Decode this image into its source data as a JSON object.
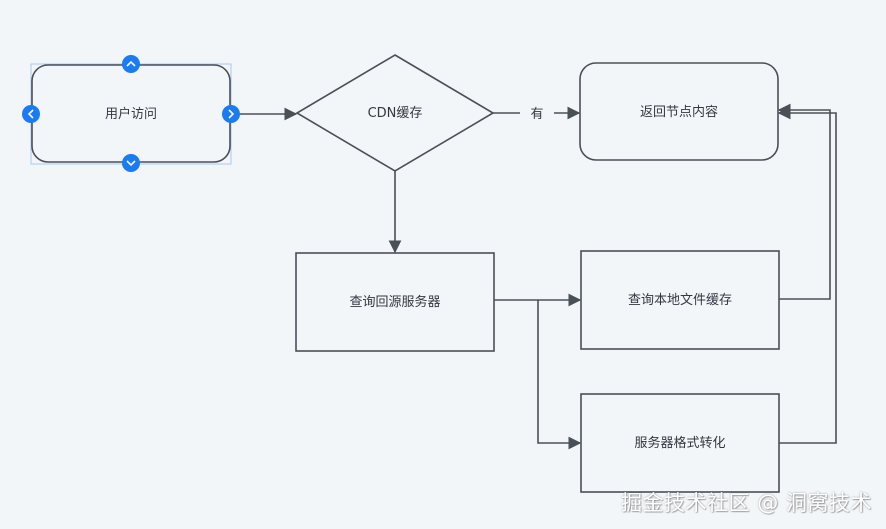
{
  "nodes": {
    "user_access": "用户访问",
    "cdn_cache": "CDN缓存",
    "return_content": "返回节点内容",
    "query_origin": "查询回源服务器",
    "query_local_cache": "查询本地文件缓存",
    "server_convert": "服务器格式转化"
  },
  "edges": {
    "has_label": "有"
  },
  "watermark": "掘金技术社区 @ 洞窝技术",
  "colors": {
    "stroke": "#4a5058",
    "handle": "#1a7cf5",
    "selection": "#a9c7f2"
  }
}
